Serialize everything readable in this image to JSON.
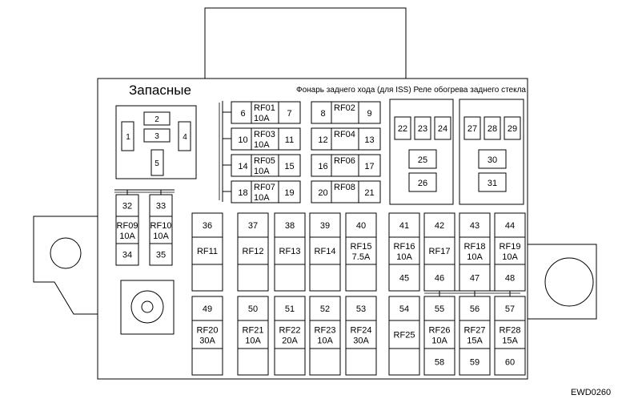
{
  "title": "Запасные",
  "header_note": "Фонарь заднего хода (для ISS) Реле обогрева заднего стекла",
  "code": "EWD0260",
  "relay_pins": [
    "1",
    "2",
    "3",
    "4",
    "5"
  ],
  "upper_left_fuses": [
    {
      "left": "6",
      "mid": [
        "RF01",
        "10A"
      ],
      "right": "7"
    },
    {
      "left": "10",
      "mid": [
        "RF03",
        "10A"
      ],
      "right": "11"
    },
    {
      "left": "14",
      "mid": [
        "RF05",
        "10A"
      ],
      "right": "15"
    },
    {
      "left": "18",
      "mid": [
        "RF07",
        "10A"
      ],
      "right": "19"
    }
  ],
  "upper_right_fuses": [
    {
      "left": "8",
      "mid": [
        "RF02"
      ],
      "right": "9"
    },
    {
      "left": "12",
      "mid": [
        "RF04"
      ],
      "right": "13"
    },
    {
      "left": "16",
      "mid": [
        "RF06"
      ],
      "right": "17"
    },
    {
      "left": "20",
      "mid": [
        "RF08"
      ],
      "right": "21"
    }
  ],
  "relay_block_a": {
    "row": [
      "22",
      "23",
      "24"
    ],
    "middle": "25",
    "bottom": "26"
  },
  "relay_block_b": {
    "row": [
      "27",
      "28",
      "29"
    ],
    "middle": "30",
    "bottom": "31"
  },
  "left_fuses": [
    {
      "top": "32",
      "mid": [
        "RF09",
        "10A"
      ],
      "bottom": "34"
    },
    {
      "top": "33",
      "mid": [
        "RF10",
        "10A"
      ],
      "bottom": "35"
    }
  ],
  "row1": [
    {
      "top": "36",
      "mid": [
        "RF11"
      ],
      "bottom": ""
    },
    {
      "top": "37",
      "mid": [
        "RF12"
      ],
      "bottom": ""
    },
    {
      "top": "38",
      "mid": [
        "RF13"
      ],
      "bottom": ""
    },
    {
      "top": "39",
      "mid": [
        "RF14"
      ],
      "bottom": ""
    },
    {
      "top": "40",
      "mid": [
        "RF15",
        "7.5A"
      ],
      "bottom": ""
    },
    {
      "top": "41",
      "mid": [
        "RF16",
        "10A"
      ],
      "bottom": "45"
    },
    {
      "top": "42",
      "mid": [
        "RF17"
      ],
      "bottom": "46"
    },
    {
      "top": "43",
      "mid": [
        "RF18",
        "10A"
      ],
      "bottom": "47"
    },
    {
      "top": "44",
      "mid": [
        "RF19",
        "10A"
      ],
      "bottom": "48"
    }
  ],
  "row2": [
    {
      "top": "49",
      "mid": [
        "RF20",
        "30A"
      ],
      "bottom": ""
    },
    {
      "top": "50",
      "mid": [
        "RF21",
        "10A"
      ],
      "bottom": ""
    },
    {
      "top": "51",
      "mid": [
        "RF22",
        "20A"
      ],
      "bottom": ""
    },
    {
      "top": "52",
      "mid": [
        "RF23",
        "10A"
      ],
      "bottom": ""
    },
    {
      "top": "53",
      "mid": [
        "RF24",
        "30A"
      ],
      "bottom": ""
    },
    {
      "top": "54",
      "mid": [
        "RF25"
      ],
      "bottom": ""
    },
    {
      "top": "55",
      "mid": [
        "RF26",
        "10A"
      ],
      "bottom": "58"
    },
    {
      "top": "56",
      "mid": [
        "RF27",
        "15A"
      ],
      "bottom": "59"
    },
    {
      "top": "57",
      "mid": [
        "RF28",
        "15A"
      ],
      "bottom": "60"
    }
  ]
}
